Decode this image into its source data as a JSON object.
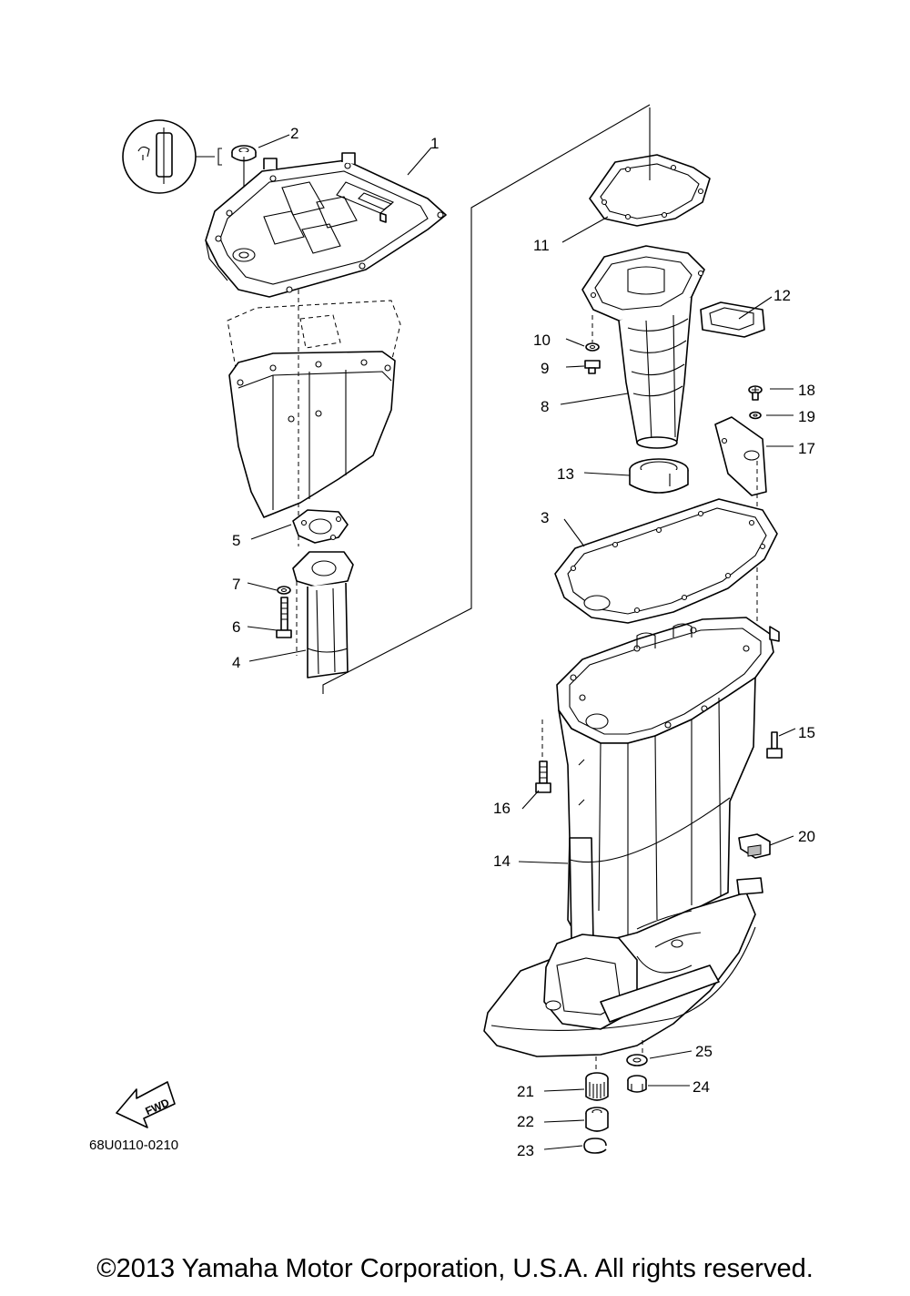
{
  "diagram": {
    "code": "68U0110-0210",
    "fwd_label": "FWD",
    "callouts": [
      "1",
      "2",
      "3",
      "4",
      "5",
      "6",
      "7",
      "8",
      "9",
      "10",
      "11",
      "12",
      "13",
      "14",
      "15",
      "16",
      "17",
      "18",
      "19",
      "20",
      "21",
      "22",
      "23",
      "24",
      "25"
    ]
  },
  "footer": {
    "copyright": "©2013 Yamaha Motor Corporation, U.S.A. All rights reserved."
  }
}
